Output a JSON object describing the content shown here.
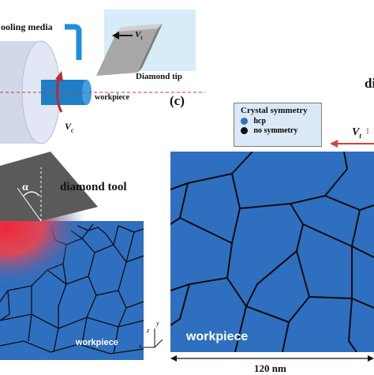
{
  "panel_a": {
    "cooling_label": "ooling media",
    "diamond_tip_label": "Diamond tip",
    "workpiece_label": "workpiece",
    "vc_label": "V",
    "vc_sub": "c",
    "vt_label": "V",
    "vt_sub": "t"
  },
  "panel_b": {
    "alpha_label": "α",
    "tool_label": "diamond tool",
    "workpiece_label": "workpiece",
    "axis_y": "y",
    "axis_z": "z",
    "axis_x": "x"
  },
  "panel_c": {
    "letter": "(c)",
    "legend_title": "Crystal symmetry",
    "legend_items": [
      {
        "label": "hcp",
        "color": "#2f6fbf"
      },
      {
        "label": "no symmetry",
        "color": "#111111"
      }
    ],
    "vt_label": "V",
    "vt_sub": "t",
    "workpiece_label": "workpiece",
    "scale_label": "120 nm",
    "partial_label": "di"
  },
  "colors": {
    "grain_blue": "#2f6fbf",
    "grain_boundary": "#0c0c0c",
    "tool_gray": "#5a5a5a",
    "heat_red": "#e8323a",
    "arrow_red": "#d94040",
    "light_blue_box": "#d6ecf8"
  }
}
